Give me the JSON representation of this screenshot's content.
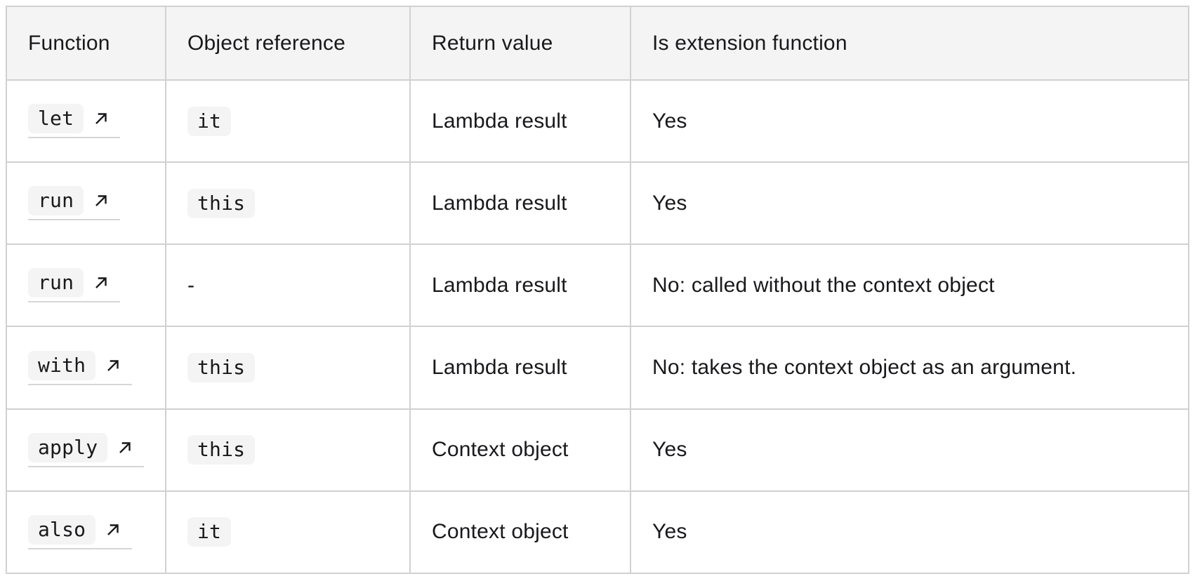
{
  "colors": {
    "text": "#19191c",
    "header_background": "#f4f4f4",
    "table_border": "#d1d1d2",
    "code_badge_background": "#f4f4f4",
    "link_underline": "#d6d6d6",
    "page_background": "#ffffff"
  },
  "icons": {
    "external_link": "arrow-up-right-icon"
  },
  "table": {
    "columns": [
      "Function",
      "Object reference",
      "Return value",
      "Is extension function"
    ],
    "rows": [
      {
        "function": "let",
        "object_reference": "it",
        "return_value": "Lambda result",
        "is_extension_function": "Yes"
      },
      {
        "function": "run",
        "object_reference": "this",
        "return_value": "Lambda result",
        "is_extension_function": "Yes"
      },
      {
        "function": "run",
        "object_reference": "-",
        "return_value": "Lambda result",
        "is_extension_function": "No: called without the context object"
      },
      {
        "function": "with",
        "object_reference": "this",
        "return_value": "Lambda result",
        "is_extension_function": "No: takes the context object as an argument."
      },
      {
        "function": "apply",
        "object_reference": "this",
        "return_value": "Context object",
        "is_extension_function": "Yes"
      },
      {
        "function": "also",
        "object_reference": "it",
        "return_value": "Context object",
        "is_extension_function": "Yes"
      }
    ]
  }
}
